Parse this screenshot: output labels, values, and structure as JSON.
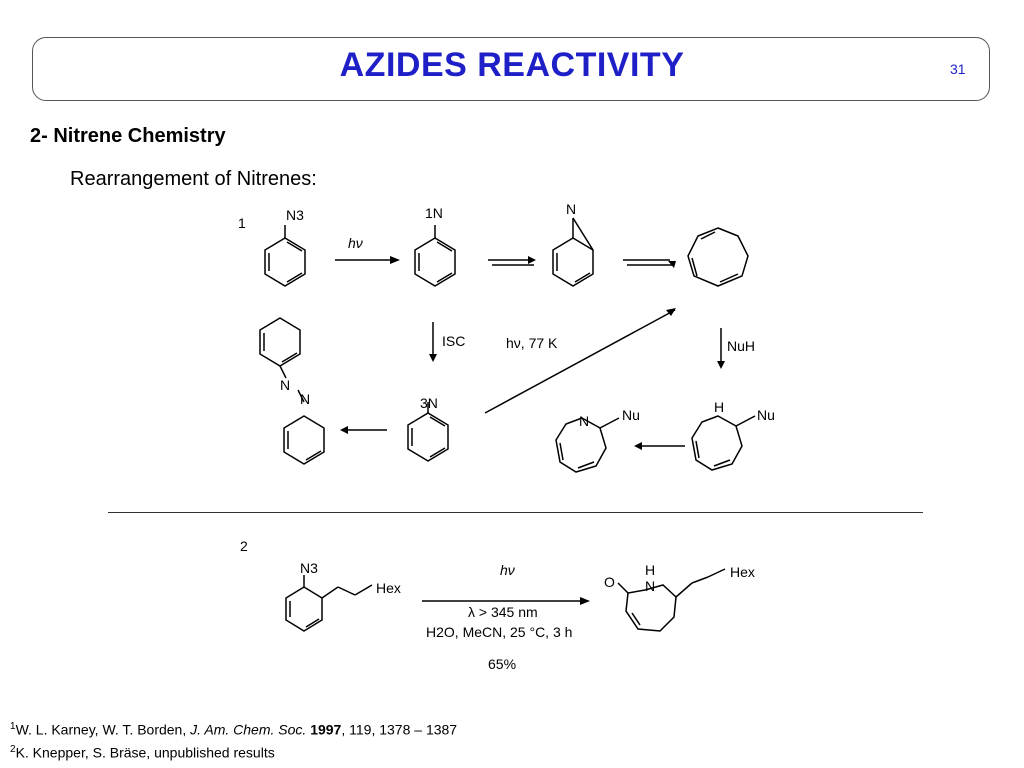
{
  "slide": {
    "title": "AZIDES REACTIVITY",
    "page_number": "31",
    "section_heading": "2- Nitrene Chemistry",
    "subheading": "Rearrangement of Nitrenes:"
  },
  "scheme1": {
    "label": "1",
    "azide_group": "N3",
    "singlet_nitrene": "1N",
    "azirine_n": "N",
    "step_photolysis": "hν",
    "step_isc": "ISC",
    "step_hv_77k": "hν, 77 K",
    "step_nuh": "NuH",
    "triplet_nitrene": "3N",
    "azo_n1": "N",
    "azo_n2": "N",
    "azepine_n": "N",
    "azepine_h": "H",
    "nu_1": "Nu",
    "nu_2": "Nu"
  },
  "scheme2": {
    "label": "2",
    "azide_group": "N3",
    "substituent": "Hex",
    "product_substituent": "Hex",
    "condition_1": "hν",
    "condition_2": "λ > 345 nm",
    "condition_3": "H2O, MeCN, 25 °C, 3 h",
    "yield": "65%",
    "product_o": "O",
    "product_h": "H",
    "product_n": "N"
  },
  "references": [
    {
      "num": "1",
      "authors": "W. L. Karney, W. T. Borden, ",
      "journal": "J. Am. Chem. Soc.",
      "year": "1997",
      "rest": ", 119, 1378 – 1387"
    },
    {
      "num": "2",
      "text": "K. Knepper, S. Bräse, unpublished results"
    }
  ]
}
